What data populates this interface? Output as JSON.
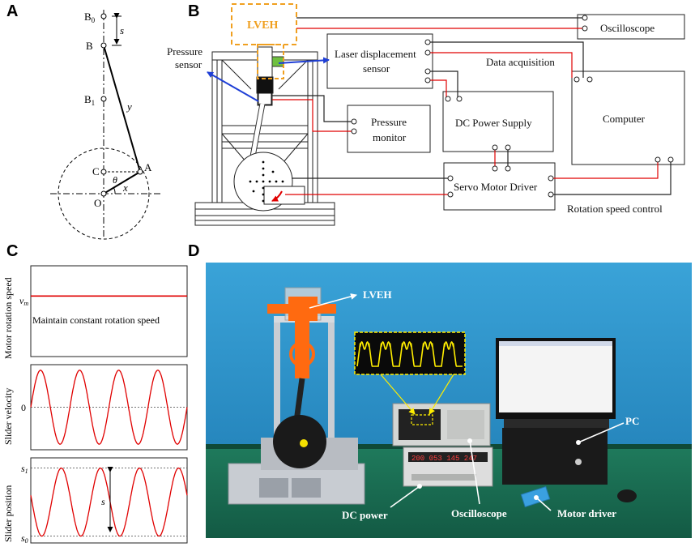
{
  "panels": {
    "a": "A",
    "b": "B",
    "c": "C",
    "d": "D"
  },
  "mechanism": {
    "b0": "B",
    "b0_sub": "0",
    "b": "B",
    "b1": "B",
    "b1_sub": "1",
    "s": "s",
    "y": "y",
    "x": "x",
    "a": "A",
    "c": "C",
    "o": "O",
    "theta": "θ"
  },
  "schematic": {
    "lveh": "LVEH",
    "oscilloscope": "Oscilloscope",
    "pressure_sensor_1": "Pressure",
    "pressure_sensor_2": "sensor",
    "laser_1": "Laser displacement",
    "laser_2": "sensor",
    "data_acquisition": "Data acquisition",
    "pressure_monitor_1": "Pressure",
    "pressure_monitor_2": "monitor",
    "dc_power_supply": "DC Power Supply",
    "computer": "Computer",
    "servo": "Servo Motor Driver",
    "rotation_speed_control": "Rotation speed control"
  },
  "profiles": {
    "motor_ylabel": "Motor rotation speed",
    "vm": "v",
    "vm_sub": "m",
    "motor_note": "Maintain constant rotation speed",
    "velocity_ylabel": "Slider velocity",
    "zero": "0",
    "position_ylabel": "Slider position",
    "s1": "s",
    "s1_sub": "1",
    "s0": "s",
    "s0_sub": "0",
    "s": "s"
  },
  "chart_data": [
    {
      "type": "line",
      "ylabel": "Motor rotation speed",
      "annotation": "Maintain constant rotation speed",
      "series": [
        {
          "x": [
            0,
            1
          ],
          "values": [
            1,
            1
          ]
        }
      ],
      "xlim": [
        0,
        1
      ],
      "ylim": [
        0,
        1.5
      ],
      "ytick_labels": [
        "v_m"
      ],
      "color": "#e00000"
    },
    {
      "type": "line",
      "ylabel": "Slider velocity",
      "function": "sine",
      "cycles": 4,
      "amplitude": 1,
      "ylim": [
        -1.15,
        1.15
      ],
      "ytick_labels": [
        "0"
      ],
      "color": "#e00000"
    },
    {
      "type": "line",
      "ylabel": "Slider position",
      "function": "-cos",
      "cycles": 4,
      "ylim": [
        0,
        1
      ],
      "ytick_labels": [
        "s_1",
        "s_0"
      ],
      "annotation": "s",
      "color": "#e00000"
    }
  ],
  "photo": {
    "lveh": "LVEH",
    "pc": "PC",
    "dc_power": "DC power",
    "oscilloscope": "Oscilloscope",
    "motor_driver": "Motor driver",
    "display": "200 053 145 247"
  },
  "colors": {
    "red": "#e00000",
    "blue": "#1f3fd6",
    "orange": "#f0a020",
    "photo_bg": "#2a8fc4",
    "yellow": "#ffee00"
  }
}
